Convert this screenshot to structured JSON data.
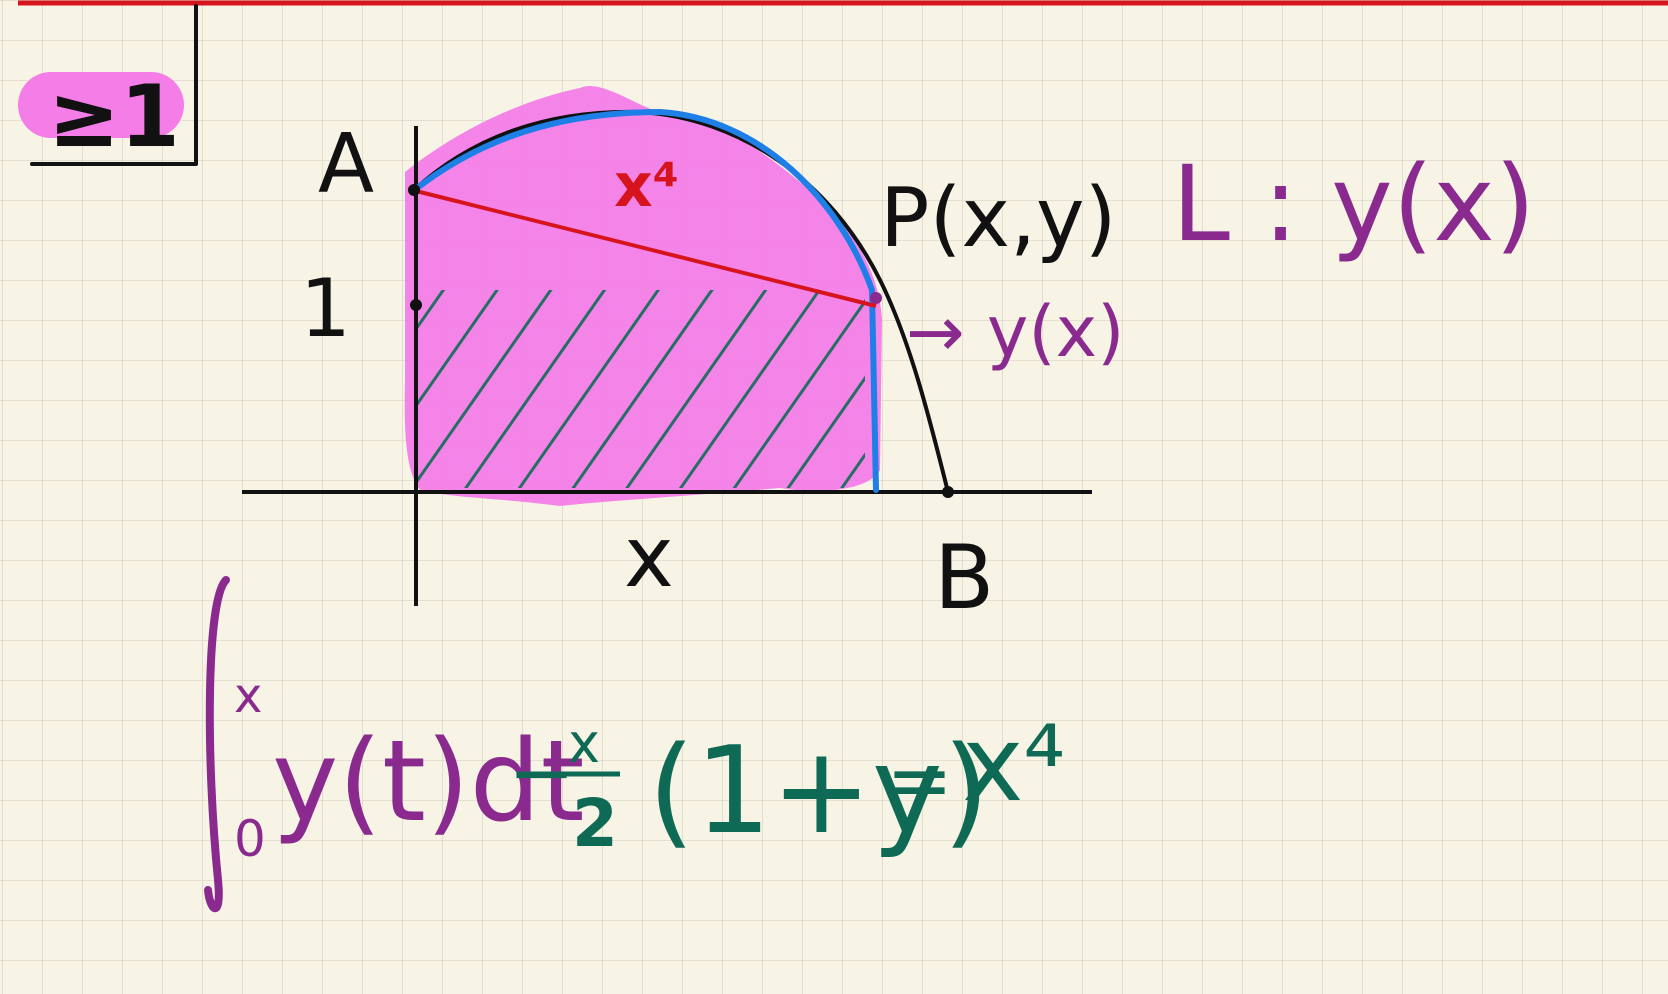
{
  "colors": {
    "paper": "#f7f4e6",
    "grid": "#ddd8c7",
    "top_rule": "#d6141d",
    "ink_black": "#111111",
    "ink_purple": "#8a2a8e",
    "ink_green": "#0f6a55",
    "ink_red": "#d6141d",
    "ink_blue": "#1e7fe6",
    "highlight_pink": "#f47de8"
  },
  "labels": {
    "corner_mark": "≥1",
    "point_a": "A",
    "one": "1",
    "x4_chord": "x⁴",
    "point_p": "P(x,y)",
    "y_of_x": "→ y(x)",
    "x_axis": "x",
    "point_b": "B",
    "curve_name": "L : y(x)"
  },
  "equation": {
    "integral_upper": "x",
    "integral_lower": "0",
    "integrand": "y(t)dt",
    "minus": "−",
    "frac_num": "x",
    "frac_den": "2",
    "paren": "(1+y)",
    "equals": "=",
    "rhs": "x⁴"
  }
}
